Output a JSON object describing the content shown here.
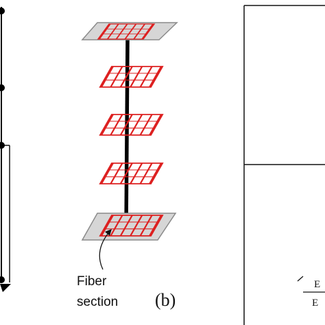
{
  "annotation": {
    "line1": "Fiber",
    "line2": "section"
  },
  "panel_label": "(b)",
  "right_panel": {
    "fraction_top": "E",
    "fraction_bottom": "E"
  },
  "colors": {
    "fiber_grid": "#dd2020",
    "plate_fill": "#d6d6d6",
    "plate_stroke": "#8a8a8a",
    "column": "#000000"
  }
}
